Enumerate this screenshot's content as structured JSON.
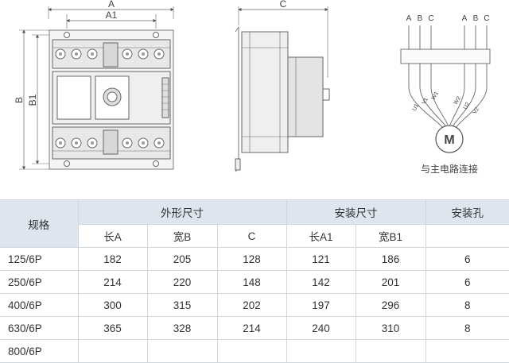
{
  "drawing": {
    "front_dims": {
      "a": "A",
      "a1": "A1",
      "b": "B",
      "b1": "B1"
    },
    "side_dim": "C",
    "wiring": {
      "phases_left": [
        "A",
        "B",
        "C"
      ],
      "phases_right": [
        "A",
        "B",
        "C"
      ],
      "terminals_left": [
        "U1",
        "V1",
        "W1"
      ],
      "terminals_right": [
        "W2",
        "U2",
        "V2"
      ],
      "motor": "M",
      "caption": "与主电路连接"
    }
  },
  "table": {
    "header": {
      "model": "规格",
      "outline": "外形尺寸",
      "install": "安装尺寸",
      "holes": "安装孔",
      "sub": [
        "长A",
        "宽B",
        "C",
        "长A1",
        "宽B1"
      ]
    },
    "rows": [
      {
        "model": "125/6P",
        "a": "182",
        "b": "205",
        "c": "128",
        "a1": "121",
        "b1": "186",
        "holes": "6"
      },
      {
        "model": "250/6P",
        "a": "214",
        "b": "220",
        "c": "148",
        "a1": "142",
        "b1": "201",
        "holes": "6"
      },
      {
        "model": "400/6P",
        "a": "300",
        "b": "315",
        "c": "202",
        "a1": "197",
        "b1": "296",
        "holes": "8"
      },
      {
        "model": "630/6P",
        "a": "365",
        "b": "328",
        "c": "214",
        "a1": "240",
        "b1": "310",
        "holes": "8"
      },
      {
        "model": "800/6P",
        "a": "",
        "b": "",
        "c": "",
        "a1": "",
        "b1": "",
        "holes": ""
      }
    ]
  }
}
